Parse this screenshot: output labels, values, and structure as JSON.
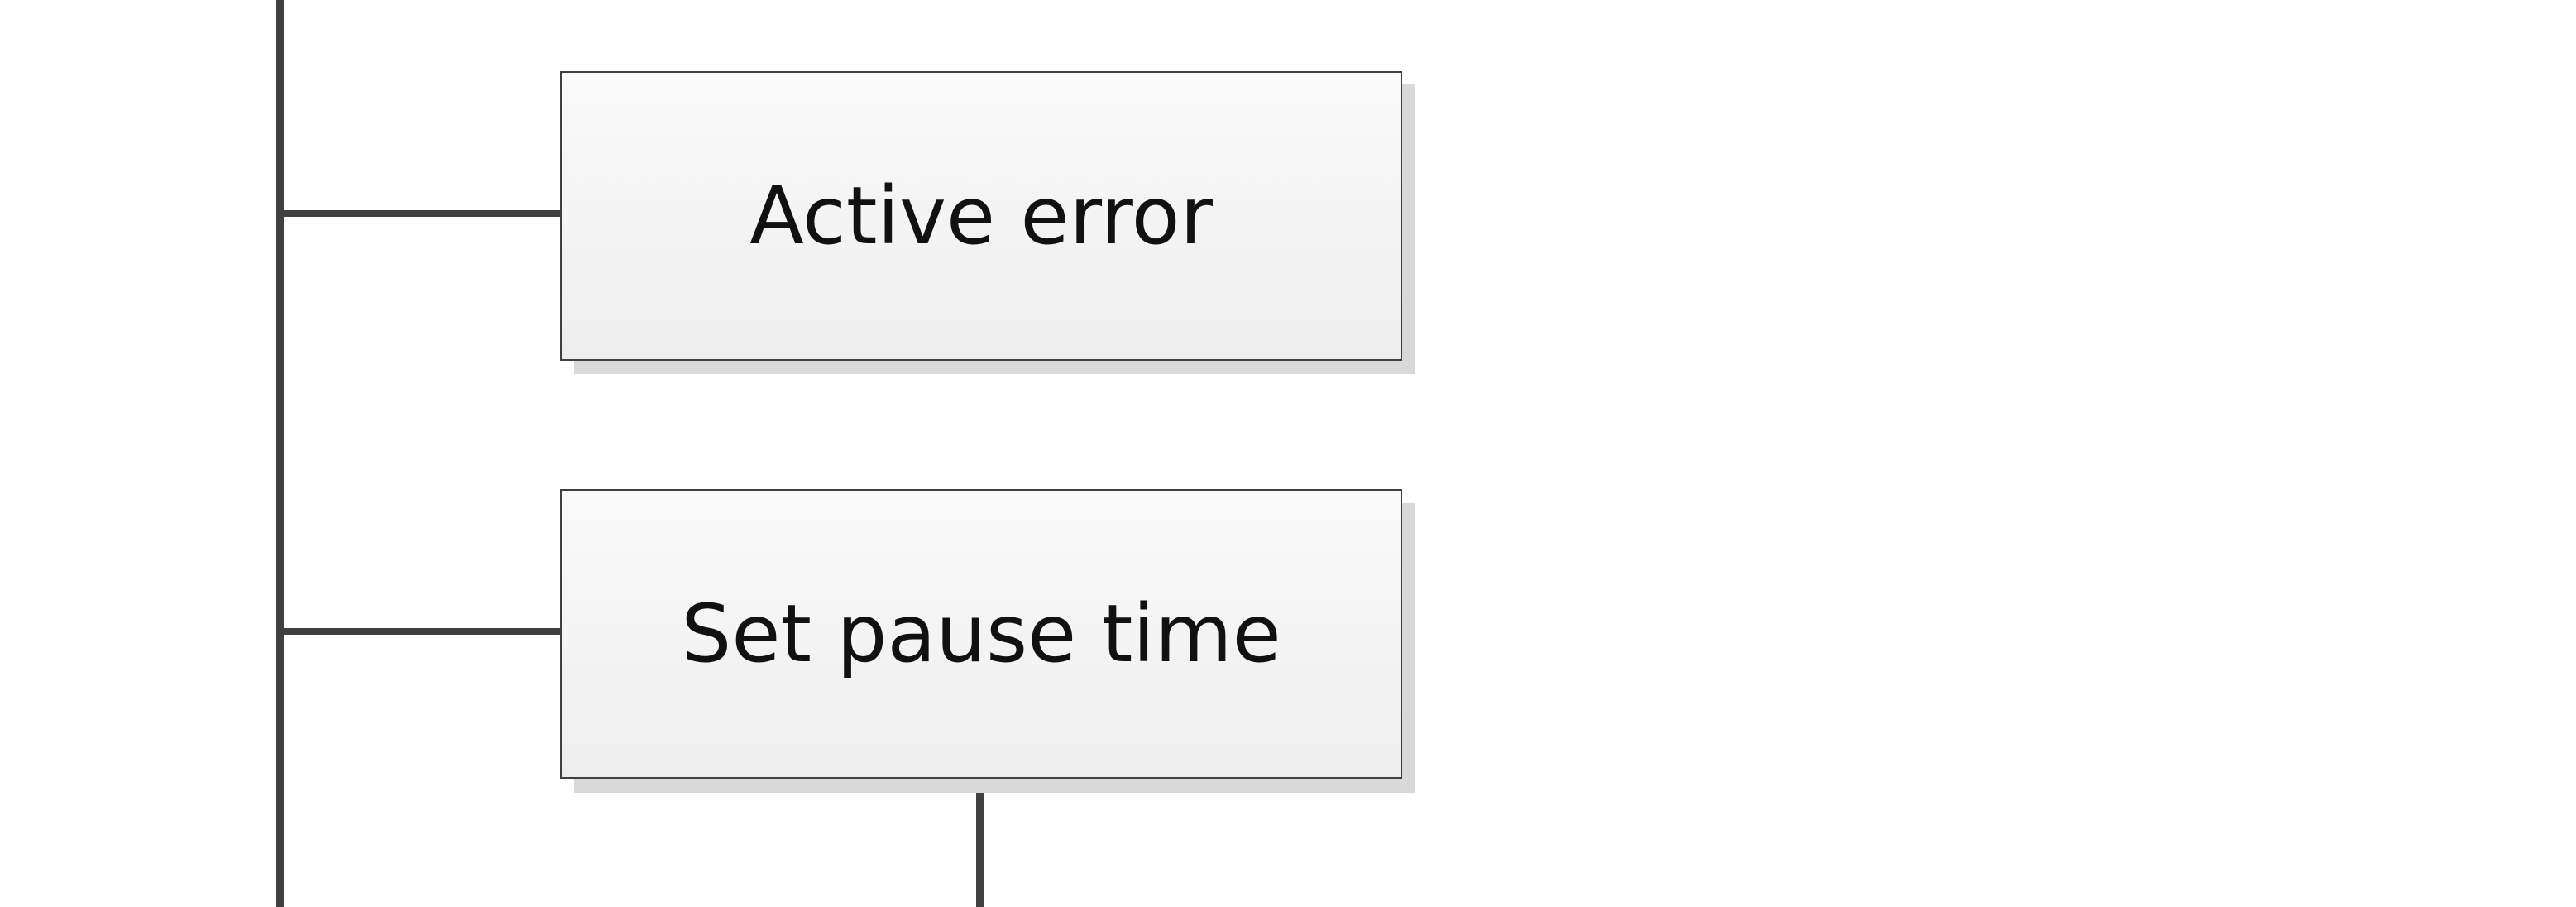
{
  "diagram": {
    "nodes": [
      {
        "id": "active-error",
        "label": "Active error"
      },
      {
        "id": "set-pause-time",
        "label": "Set pause time"
      }
    ],
    "colors": {
      "line": "#404040",
      "node_border": "#404040",
      "node_fill_top": "#fafafa",
      "node_fill_bottom": "#eeeeee",
      "shadow": "#d9d9d9",
      "text": "#111111"
    }
  }
}
